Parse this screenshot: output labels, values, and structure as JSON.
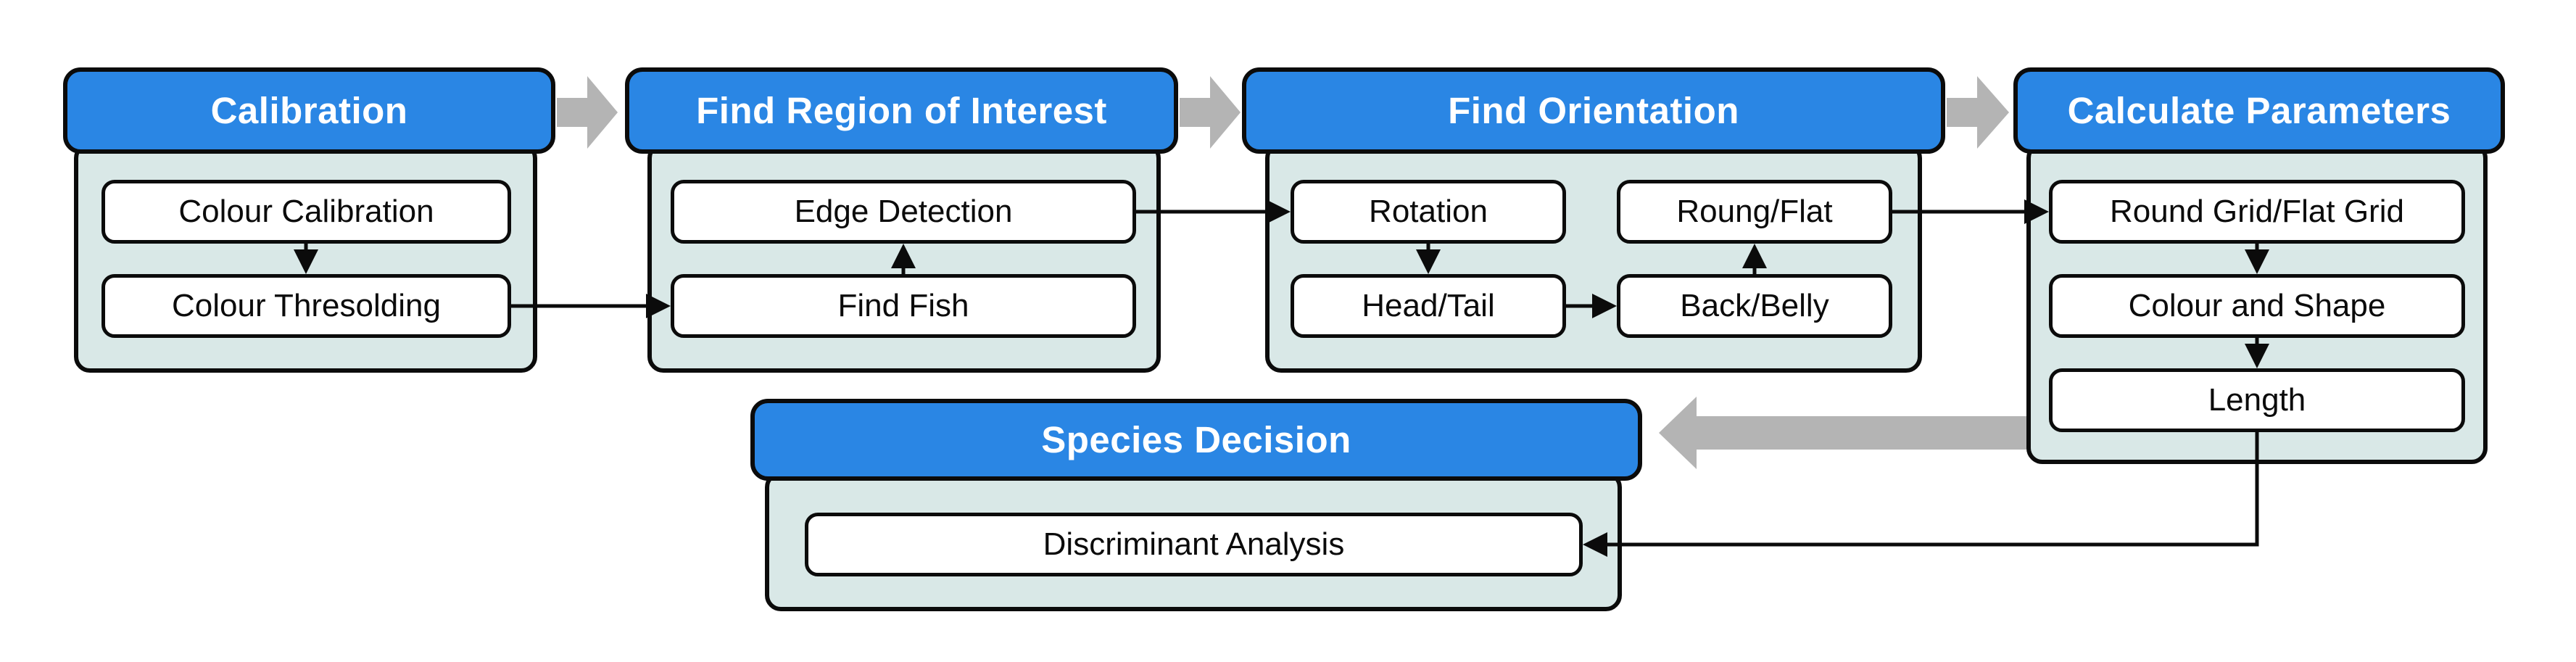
{
  "colors": {
    "header-blue": "#2a86e4",
    "panel-fill": "#d9e8e7",
    "ink": "#0b0b0b",
    "box-fill": "#ffffff",
    "arrow-gray": "#b4b4b4",
    "header-text": "#ffffff",
    "bg": "#ffffff"
  },
  "blocks": [
    {
      "title": "Calibration",
      "steps": [
        "Colour Calibration",
        "Colour Thresolding"
      ]
    },
    {
      "title": "Find Region of Interest",
      "steps": [
        "Edge Detection",
        "Find Fish"
      ]
    },
    {
      "title": "Find Orientation",
      "steps": [
        "Rotation",
        "Roung/Flat",
        "Head/Tail",
        "Back/Belly"
      ]
    },
    {
      "title": "Calculate Parameters",
      "steps": [
        "Round Grid/Flat Grid",
        "Colour and Shape",
        "Length"
      ]
    },
    {
      "title": "Species Decision",
      "steps": [
        "Discriminant Analysis"
      ]
    }
  ],
  "flows": [
    {
      "from": "Calibration",
      "to": "Find Region of Interest",
      "style": "gray-stage-arrow"
    },
    {
      "from": "Find Region of Interest",
      "to": "Find Orientation",
      "style": "gray-stage-arrow"
    },
    {
      "from": "Find Orientation",
      "to": "Calculate Parameters",
      "style": "gray-stage-arrow"
    },
    {
      "from": "Calculate Parameters",
      "to": "Species Decision",
      "style": "gray-stage-arrow"
    },
    {
      "from": "Colour Calibration",
      "to": "Colour Thresolding",
      "style": "black-step-arrow"
    },
    {
      "from": "Colour Thresolding",
      "to": "Find Fish",
      "style": "black-step-arrow"
    },
    {
      "from": "Find Fish",
      "to": "Edge Detection",
      "style": "black-step-arrow"
    },
    {
      "from": "Edge Detection",
      "to": "Rotation",
      "style": "black-step-arrow"
    },
    {
      "from": "Rotation",
      "to": "Head/Tail",
      "style": "black-step-arrow"
    },
    {
      "from": "Head/Tail",
      "to": "Back/Belly",
      "style": "black-step-arrow"
    },
    {
      "from": "Back/Belly",
      "to": "Roung/Flat",
      "style": "black-step-arrow"
    },
    {
      "from": "Roung/Flat",
      "to": "Round Grid/Flat Grid",
      "style": "black-step-arrow"
    },
    {
      "from": "Round Grid/Flat Grid",
      "to": "Colour and Shape",
      "style": "black-step-arrow"
    },
    {
      "from": "Colour and Shape",
      "to": "Length",
      "style": "black-step-arrow"
    },
    {
      "from": "Length",
      "to": "Discriminant Analysis",
      "style": "black-step-arrow"
    }
  ]
}
